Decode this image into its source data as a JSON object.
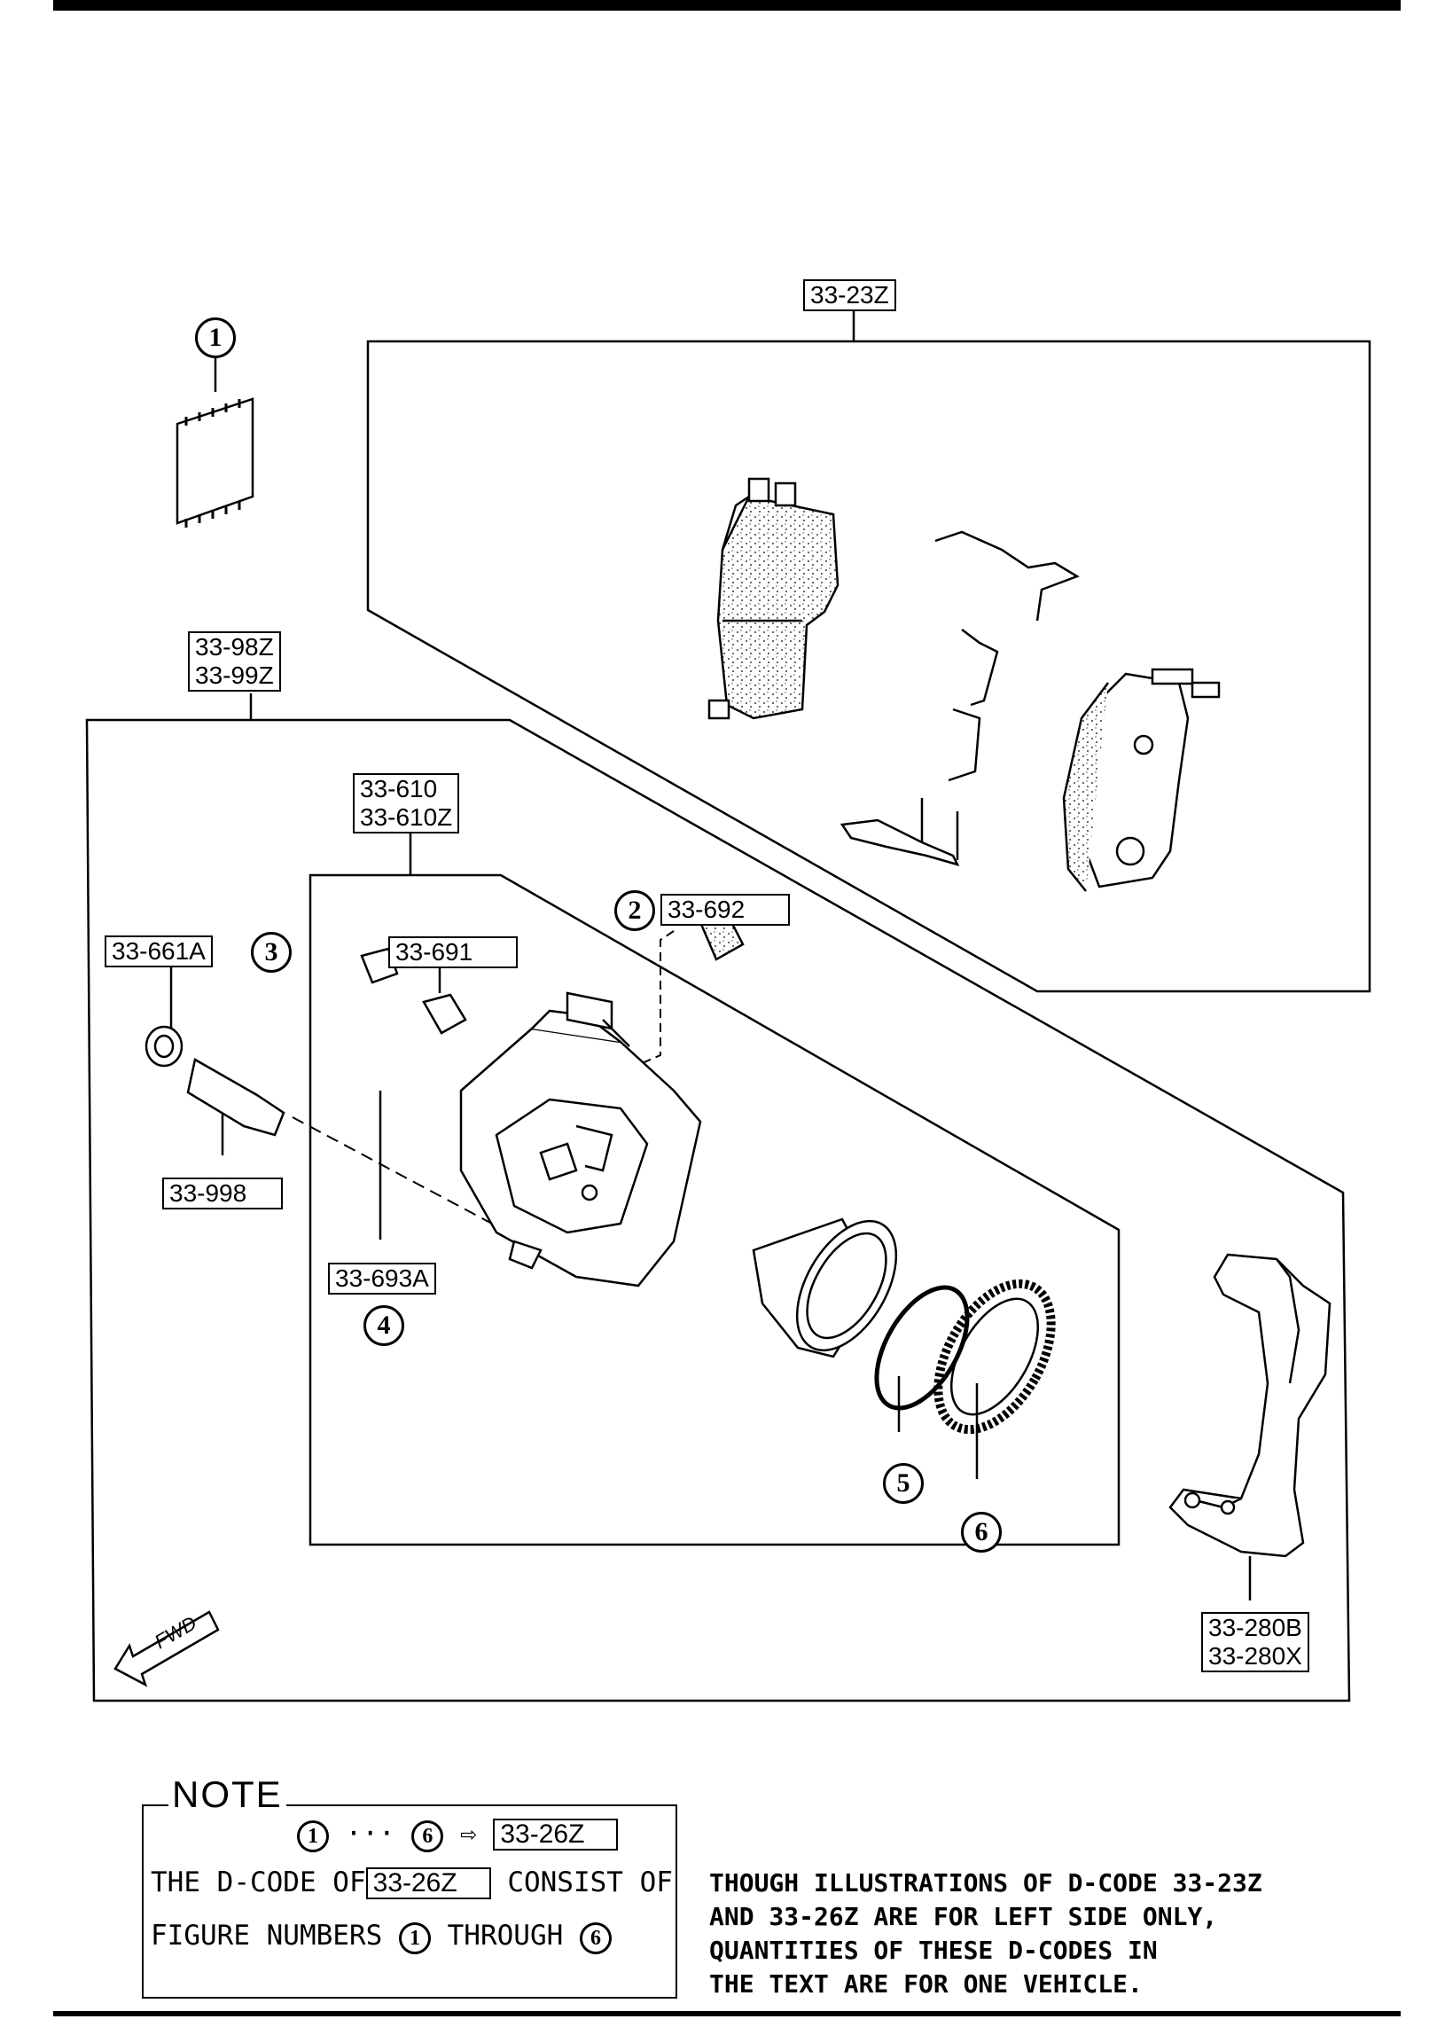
{
  "labels": {
    "kit_23z": "33-23Z",
    "set_98z": [
      "33-98Z",
      "33-99Z"
    ],
    "caliper": [
      "33-610",
      "33-610Z"
    ],
    "p692": "33-692",
    "p691": "33-691",
    "p661a": "33-661A",
    "p998": "33-998",
    "p693a": "33-693A",
    "bracket": [
      "33-280B",
      "33-280X"
    ]
  },
  "figure_numbers": {
    "f1": "1",
    "f2": "2",
    "f3": "3",
    "f4": "4",
    "f5": "5",
    "f6": "6"
  },
  "fwd_label": "FWD",
  "note": {
    "title": "NOTE",
    "line1_dots": "···",
    "line1_arrow": "⇨",
    "code": "33-26Z",
    "line2_pre": "THE D-CODE OF",
    "line2_post": "CONSIST OF",
    "line3_pre": "FIGURE NUMBERS",
    "line3_mid": "THROUGH"
  },
  "right_note": [
    "THOUGH ILLUSTRATIONS OF D-CODE 33-23Z",
    "AND 33-26Z ARE FOR LEFT SIDE ONLY,",
    "QUANTITIES OF THESE D-CODES IN",
    "THE TEXT ARE FOR ONE VEHICLE."
  ]
}
